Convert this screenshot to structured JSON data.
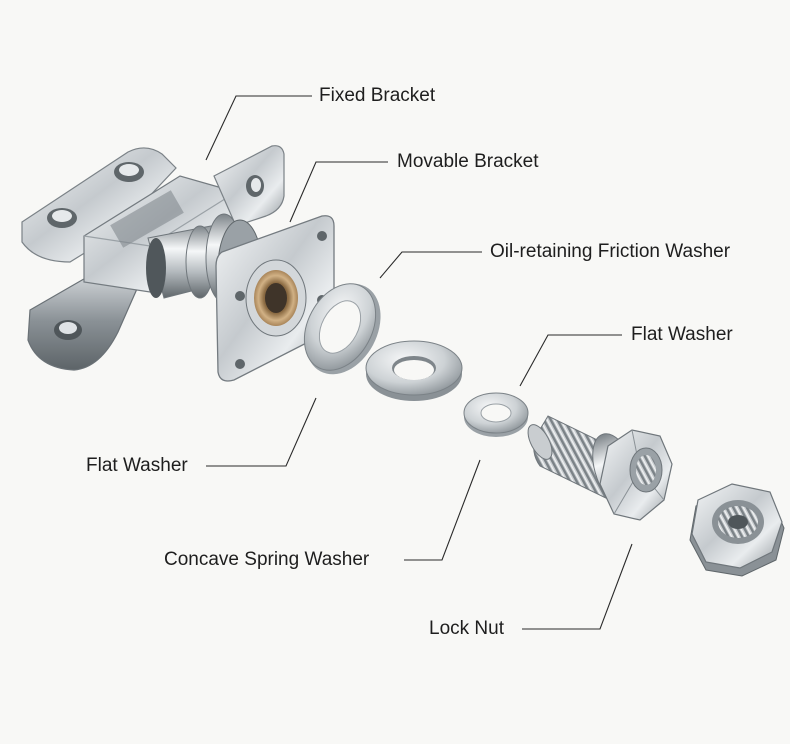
{
  "labels": {
    "fixed_bracket": "Fixed Bracket",
    "movable_bracket": "Movable Bracket",
    "oil_washer": "Oil-retaining Friction Washer",
    "flat_washer_right": "Flat Washer",
    "flat_washer_left": "Flat Washer",
    "concave_spring_washer": "Concave Spring Washer",
    "lock_nut": "Lock Nut"
  },
  "colors": {
    "background": "#f8f8f6",
    "metal_light": "#eef0f1",
    "metal_mid": "#b9bec2",
    "metal_dark": "#6f767b",
    "bronze": "#b08a5a",
    "leader_line": "#2a2a2a",
    "text": "#1e1e1e"
  }
}
